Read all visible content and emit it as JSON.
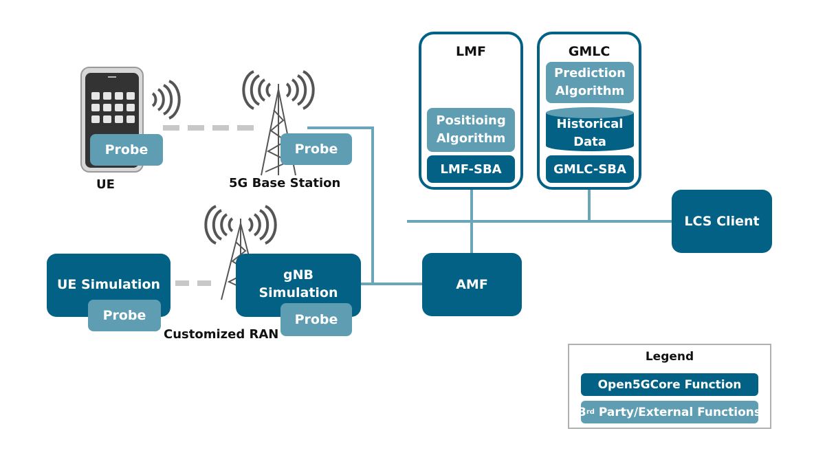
{
  "colors": {
    "core": "#036186",
    "external": "#5f9db3",
    "line": "#6aa6ba",
    "dash": "#c8c8c8"
  },
  "ue": {
    "label": "UE",
    "probe": "Probe"
  },
  "base_station": {
    "label": "5G Base Station",
    "probe": "Probe"
  },
  "lmf": {
    "title": "LMF",
    "algorithm": "Positioing Algorithm",
    "sba": "LMF-SBA"
  },
  "gmlc": {
    "title": "GMLC",
    "algorithm": "Prediction Algorithm",
    "data": "Historical Data",
    "sba": "GMLC-SBA"
  },
  "lcs_client": {
    "label": "LCS Client"
  },
  "amf": {
    "label": "AMF"
  },
  "ran": {
    "label": "Customized RAN",
    "ue_sim": "UE Simulation",
    "ue_probe": "Probe",
    "gnb_sim": "gNB Simulation",
    "gnb_probe": "Probe"
  },
  "legend": {
    "title": "Legend",
    "core": "Open5GCore Function",
    "external_prefix": "3",
    "external_sup": "rd",
    "external_suffix": " Party/External Functions"
  }
}
